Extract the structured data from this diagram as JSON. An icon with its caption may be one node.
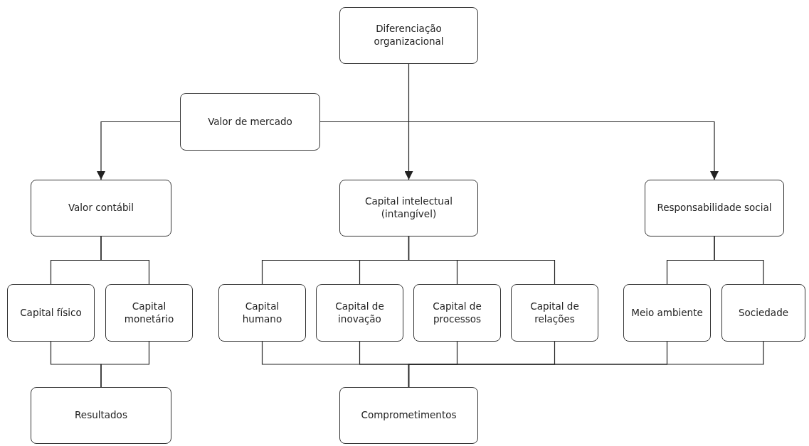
{
  "diagram": {
    "nodes": [
      {
        "text": [
          "Diferenciação organizacional"
        ]
      },
      {
        "text": [
          "Valor de mercado"
        ]
      },
      {
        "text": [
          "Valor contábil"
        ]
      },
      {
        "text": [
          "Capital intelectual (intangível)"
        ]
      },
      {
        "text": [
          "Responsabilidade social"
        ]
      },
      {
        "text": [
          "Capital físico"
        ]
      },
      {
        "text": [
          "Capital monetário"
        ]
      },
      {
        "text": [
          "Capital humano"
        ]
      },
      {
        "text": [
          "Capital de inovação"
        ]
      },
      {
        "text": [
          "Capital de processos"
        ]
      },
      {
        "text": [
          "Capital de relações"
        ]
      },
      {
        "text": [
          "Meio ambiente"
        ]
      },
      {
        "text": [
          "Sociedade"
        ]
      },
      {
        "text": [
          "Resultados"
        ]
      },
      {
        "text": [
          "Comprometimentos"
        ]
      }
    ],
    "edges": [
      {
        "from": 0,
        "to": 3,
        "arrow": "to"
      },
      {
        "from": 1,
        "to": 2,
        "arrow": "to"
      },
      {
        "from": 1,
        "to": 4,
        "arrow": "to"
      },
      {
        "from": 2,
        "to": 5,
        "arrow": "none"
      },
      {
        "from": 2,
        "to": 6,
        "arrow": "none"
      },
      {
        "from": 3,
        "to": 7,
        "arrow": "none"
      },
      {
        "from": 3,
        "to": 8,
        "arrow": "none"
      },
      {
        "from": 3,
        "to": 9,
        "arrow": "none"
      },
      {
        "from": 3,
        "to": 10,
        "arrow": "none"
      },
      {
        "from": 4,
        "to": 11,
        "arrow": "none"
      },
      {
        "from": 4,
        "to": 12,
        "arrow": "none"
      },
      {
        "from": 5,
        "to": 13,
        "arrow": "none"
      },
      {
        "from": 6,
        "to": 13,
        "arrow": "none"
      },
      {
        "from": 7,
        "to": 14,
        "arrow": "none"
      },
      {
        "from": 8,
        "to": 14,
        "arrow": "none"
      },
      {
        "from": 9,
        "to": 14,
        "arrow": "none"
      },
      {
        "from": 10,
        "to": 14,
        "arrow": "none"
      },
      {
        "from": 11,
        "to": 14,
        "arrow": "none"
      },
      {
        "from": 12,
        "to": 14,
        "arrow": "none"
      }
    ]
  }
}
